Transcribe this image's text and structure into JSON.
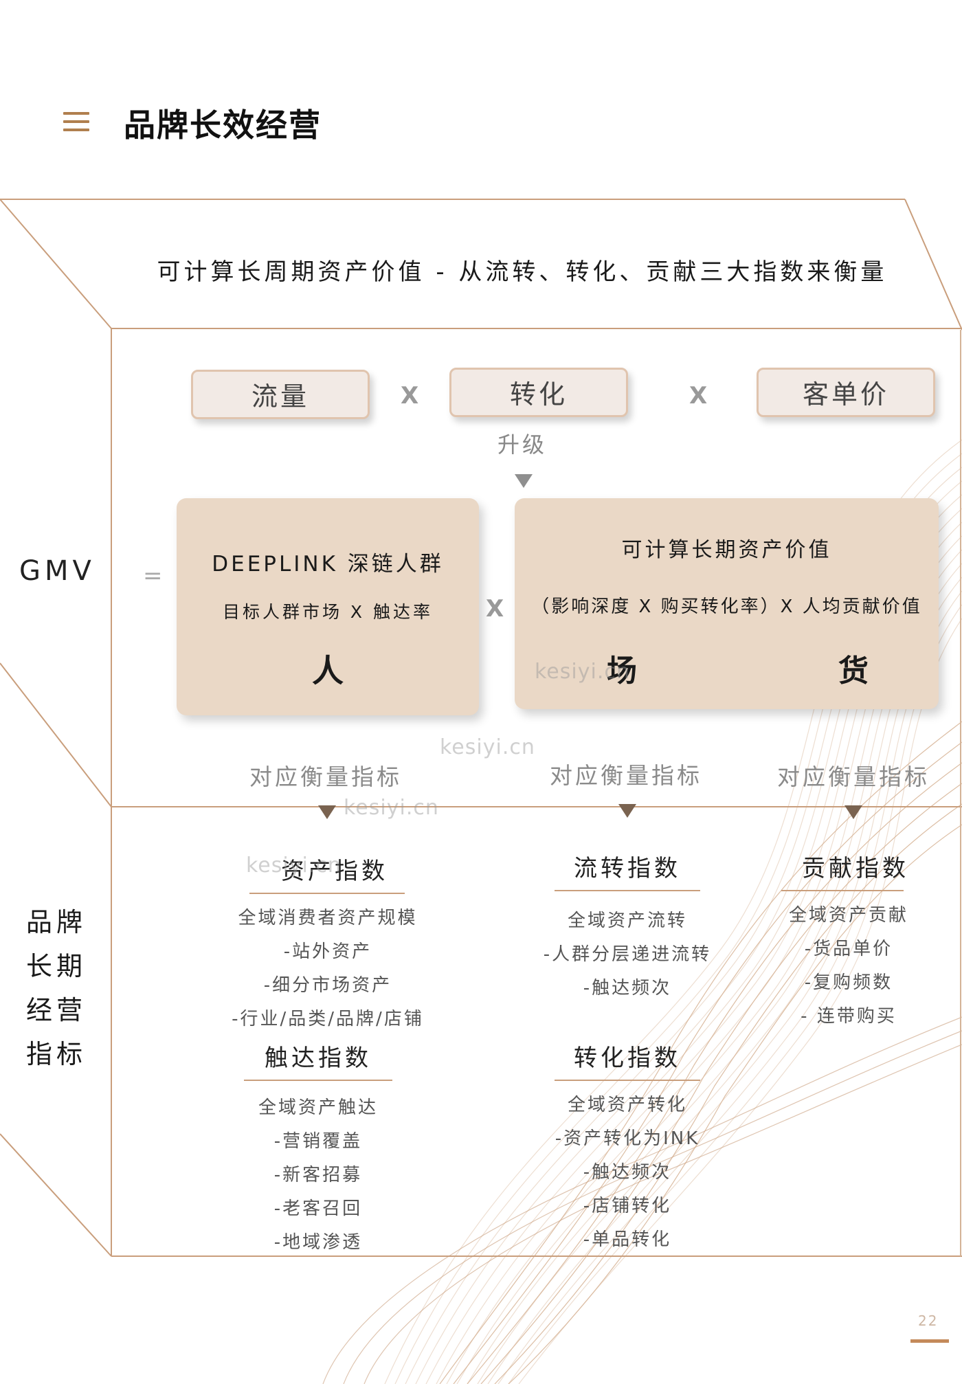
{
  "header": {
    "title": "品牌长效经营",
    "menu_icon": "hamburger-menu-icon"
  },
  "subtitle": "可计算长周期资产价值 - 从流转、转化、贡献三大指数来衡量",
  "formula_top": {
    "items": [
      "流量",
      "转化",
      "客单价"
    ],
    "operator": "X",
    "upgrade_label": "升级"
  },
  "gmv_label": "GMV",
  "equals_sign": "=",
  "card_left": {
    "title": "DEEPLINK 深链人群",
    "formula": "目标人群市场 X 触达率",
    "char": "人"
  },
  "multiply_between_cards": "X",
  "card_right": {
    "title": "可计算长期资产价值",
    "formula": "（影响深度 X 购买转化率）X 人均贡献价值",
    "char_left": "场",
    "char_right": "货"
  },
  "measure_label": "对应衡量指标",
  "side_label": [
    "品牌",
    "长期",
    "经营",
    "指标"
  ],
  "metrics": {
    "asset": {
      "title": "资产指数",
      "items": [
        "全域消费者资产规模",
        "-站外资产",
        "-细分市场资产",
        "-行业/品类/品牌/店铺"
      ]
    },
    "reach": {
      "title": "触达指数",
      "items": [
        "全域资产触达",
        "-营销覆盖",
        "-新客招募",
        "-老客召回",
        "-地域渗透"
      ]
    },
    "flow": {
      "title": "流转指数",
      "items": [
        "全域资产流转",
        "-人群分层递进流转",
        "-触达频次"
      ]
    },
    "convert": {
      "title": "转化指数",
      "items": [
        "全域资产转化",
        "-资产转化为INK",
        "-触达频次",
        "-店铺转化",
        "-单品转化"
      ]
    },
    "contribute": {
      "title": "贡献指数",
      "items": [
        "全域资产贡献",
        "-货品单价",
        "-复购频数",
        "- 连带购买"
      ]
    }
  },
  "watermark": "kesiyi.cn",
  "page_number": "22",
  "colors": {
    "accent": "#b07f4e",
    "card": "#ead8c6",
    "pill_bg": "#f2eae5",
    "pill_border": "#e0c4ae",
    "frame": "#c99e7c"
  }
}
